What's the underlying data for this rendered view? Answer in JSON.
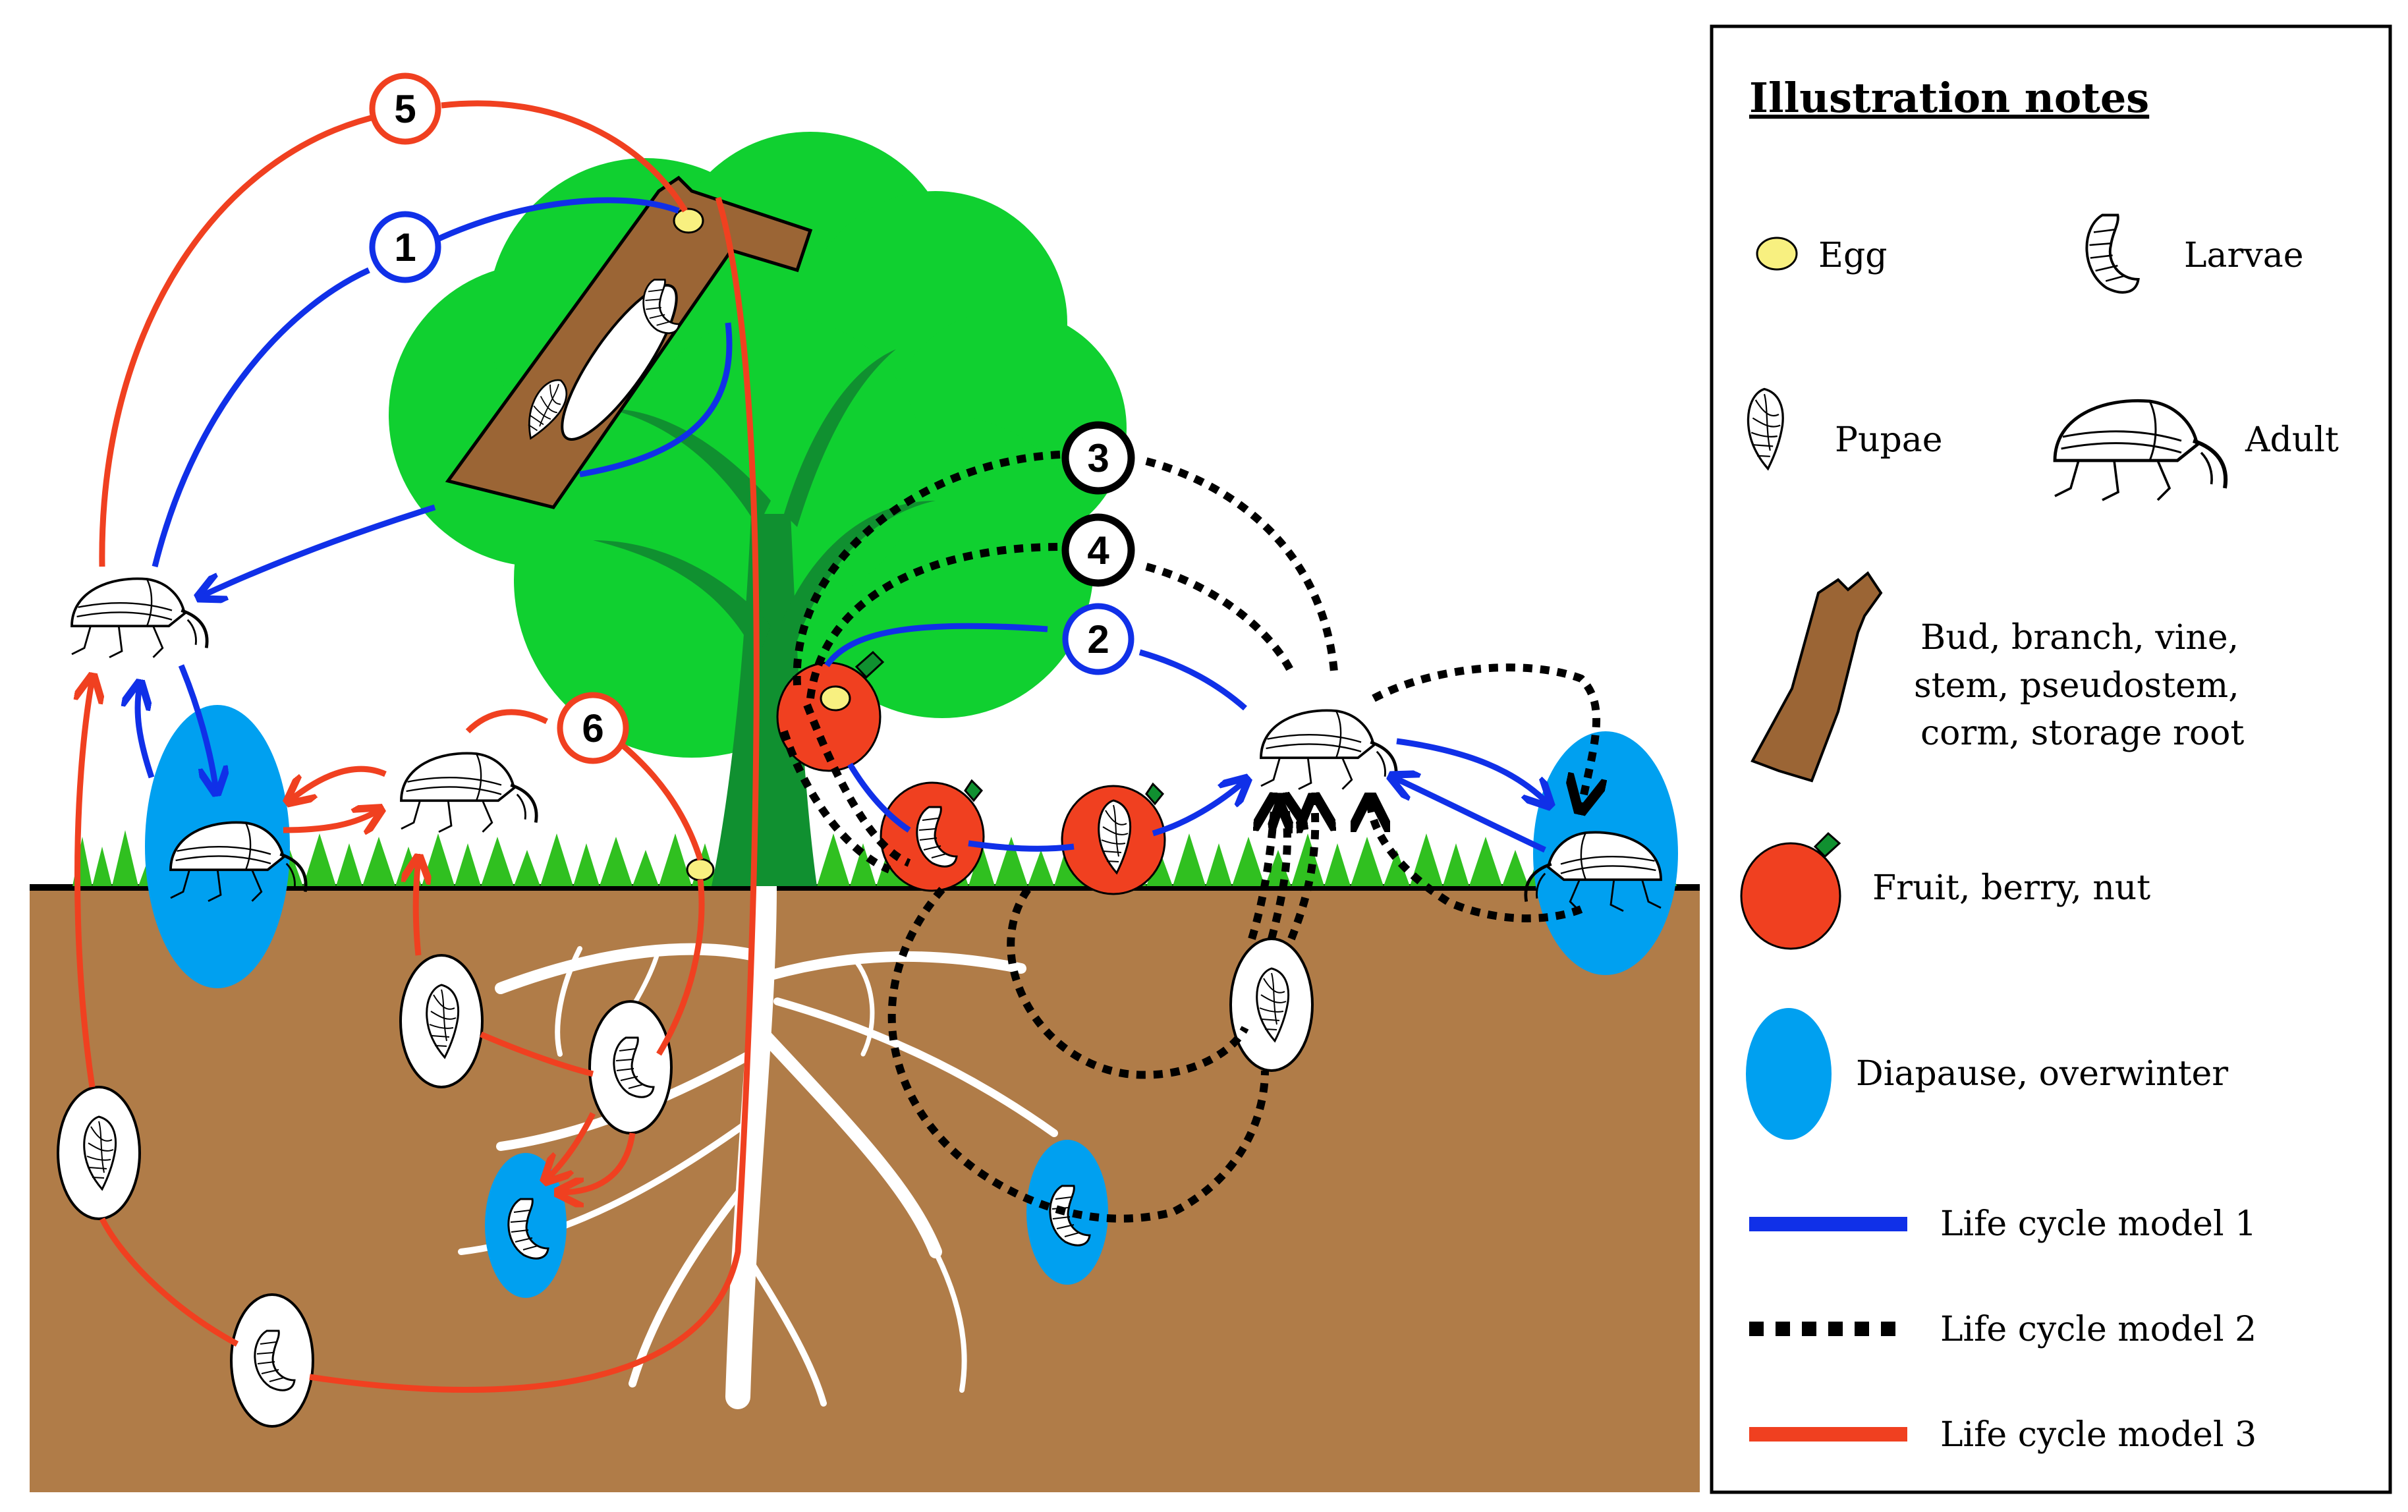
{
  "title": "",
  "legend": {
    "title": "Illustration notes",
    "items": {
      "egg": "Egg",
      "larvae": "Larvae",
      "pupae": "Pupae",
      "adult": "Adult",
      "bud_line1": "Bud, branch, vine,",
      "bud_line2": "stem, pseudostem,",
      "bud_line3": "corm, storage root",
      "fruit": "Fruit, berry, nut",
      "diapause": "Diapause, overwinter",
      "model1": "Life cycle model 1",
      "model2": "Life cycle model 2",
      "model3": "Life cycle model 3"
    }
  },
  "markers": [
    "1",
    "2",
    "3",
    "4",
    "5",
    "6"
  ],
  "colors": {
    "model1": "#1030e8",
    "model2": "#000000",
    "model3": "#f04020",
    "foliage": "#10d030",
    "trunk": "#109030",
    "soil": "#b07c48",
    "grass": "#30c020",
    "branch": "#9b6535",
    "fruit": "#f04020",
    "diapause": "#00a0f0",
    "egg": "#f8f080",
    "roots": "#ffffff"
  },
  "icons": {
    "egg": "egg-icon",
    "larvae": "larva-icon",
    "pupae": "pupa-icon",
    "adult": "weevil-icon",
    "branch": "branch-icon",
    "fruit": "fruit-icon",
    "diapause": "diapause-icon"
  }
}
